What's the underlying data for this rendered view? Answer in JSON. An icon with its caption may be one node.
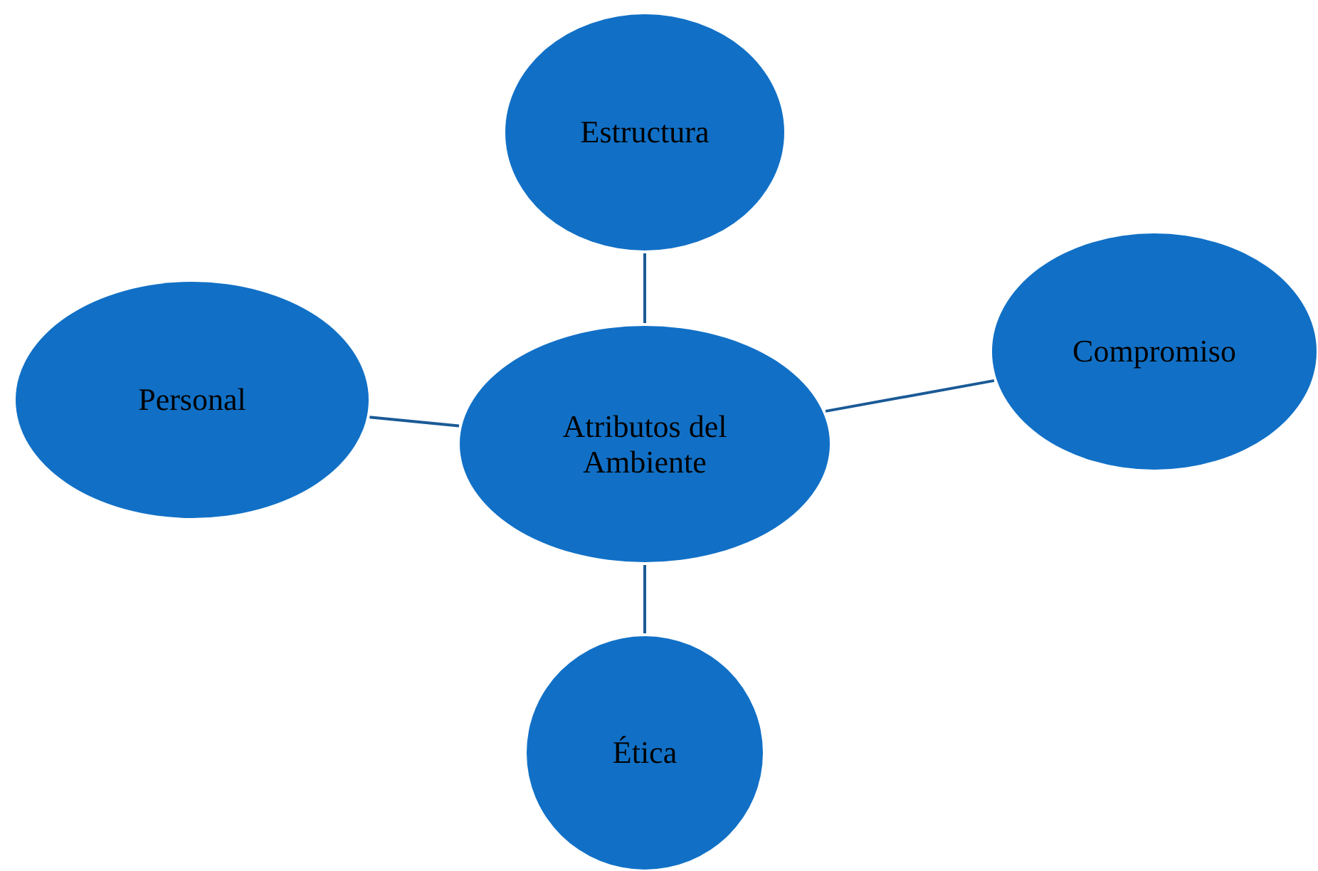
{
  "diagram": {
    "nodes": [
      {
        "text": [
          "Atributos del Ambiente"
        ]
      },
      {
        "text": [
          "Estructura"
        ]
      },
      {
        "text": [
          "Compromiso"
        ]
      },
      {
        "text": [
          "Personal"
        ]
      },
      {
        "text": [
          "Ética"
        ]
      }
    ],
    "edges": [
      {
        "from": 0,
        "to": 1,
        "arrow": "none"
      },
      {
        "from": 0,
        "to": 2,
        "arrow": "none"
      },
      {
        "from": 0,
        "to": 3,
        "arrow": "none"
      },
      {
        "from": 0,
        "to": 4,
        "arrow": "none"
      }
    ]
  }
}
